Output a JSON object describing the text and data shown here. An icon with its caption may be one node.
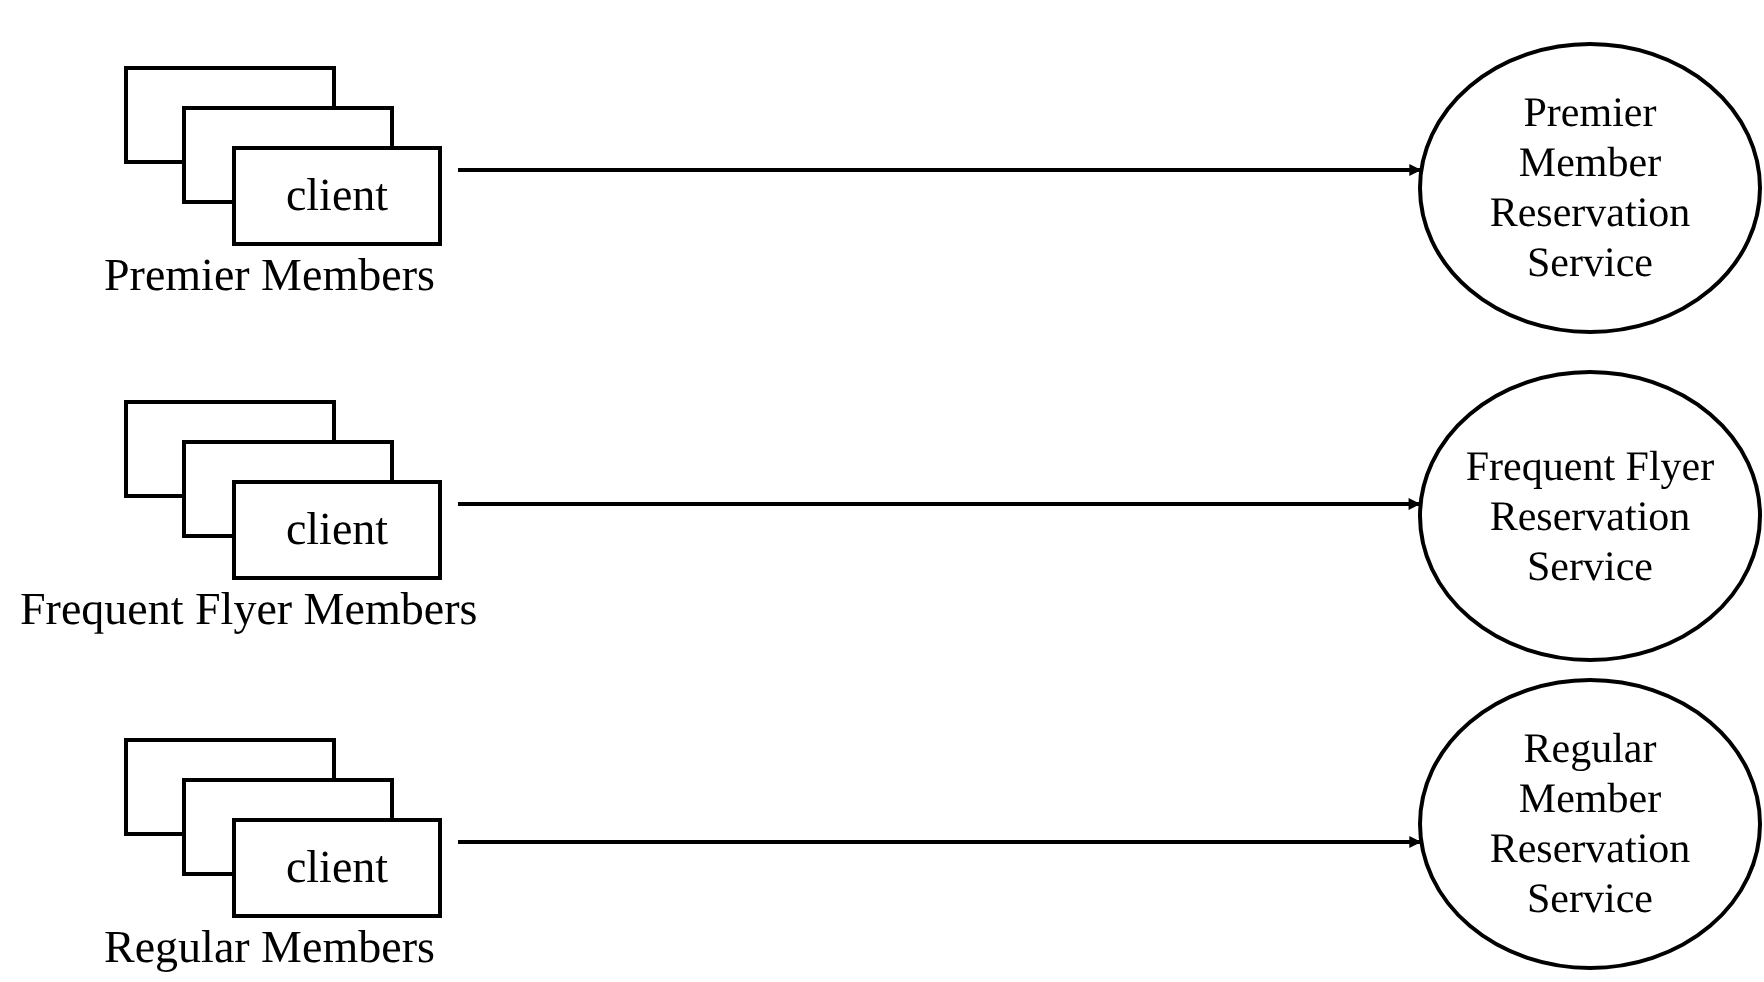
{
  "diagram": {
    "nodes": [
      {
        "text": [
          "client"
        ],
        "beside": [
          "Premier Members"
        ]
      },
      {
        "text": [
          "Premier Member Reservation Service"
        ]
      },
      {
        "text": [
          "client"
        ],
        "beside": [
          "Frequent Flyer Members"
        ]
      },
      {
        "text": [
          "Frequent Flyer Reservation Service"
        ]
      },
      {
        "text": [
          "client"
        ],
        "beside": [
          "Regular Members"
        ]
      },
      {
        "text": [
          "Regular Member Reservation Service"
        ]
      }
    ],
    "edges": [
      {
        "from": 0,
        "to": 1,
        "arrow": "to"
      },
      {
        "from": 2,
        "to": 3,
        "arrow": "to"
      },
      {
        "from": 4,
        "to": 5,
        "arrow": "to"
      }
    ]
  }
}
